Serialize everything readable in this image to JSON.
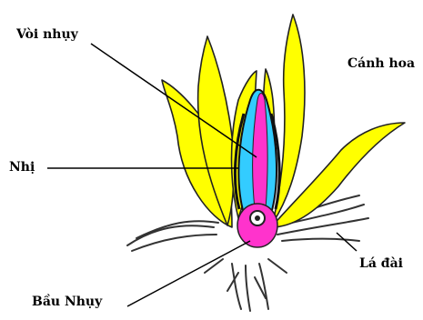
{
  "labels": {
    "style": "Vòi nhụy",
    "petal": "Cánh hoa",
    "stamen": "Nhị",
    "sepal": "Lá đài",
    "ovary": "Bầu Nhụy"
  },
  "colors": {
    "petal_fill": "#FFFF00",
    "petal_stroke": "#222222",
    "style": "#33CCFF",
    "pistil": "#FF33CC",
    "sepal": "#333333",
    "leader_line": "#000000"
  }
}
